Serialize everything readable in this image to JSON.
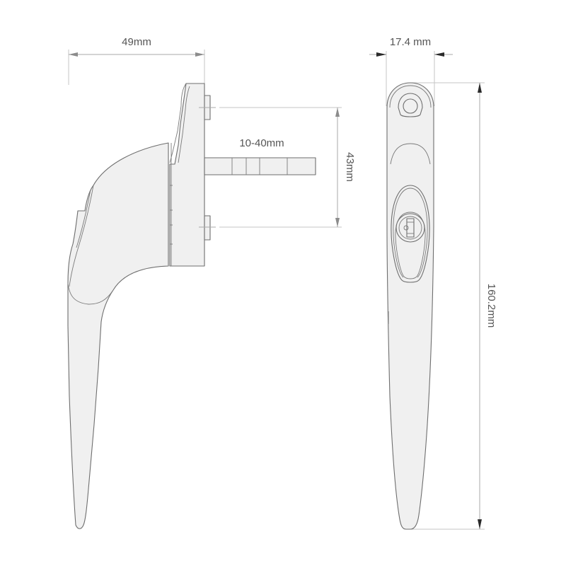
{
  "drawing": {
    "subject": "window handle with key lock",
    "views": [
      "side-view",
      "front-view"
    ],
    "colors": {
      "part_fill": "#f0f0f0",
      "part_stroke": "#6e6e6e",
      "dimension_line": "#a8a8a8",
      "label": "#555555"
    }
  },
  "dimensions": {
    "side_width": "49mm",
    "spindle_length": "10-40mm",
    "fixing_centres": "43mm",
    "front_width": "17.4 mm",
    "overall_height": "160.2mm"
  }
}
